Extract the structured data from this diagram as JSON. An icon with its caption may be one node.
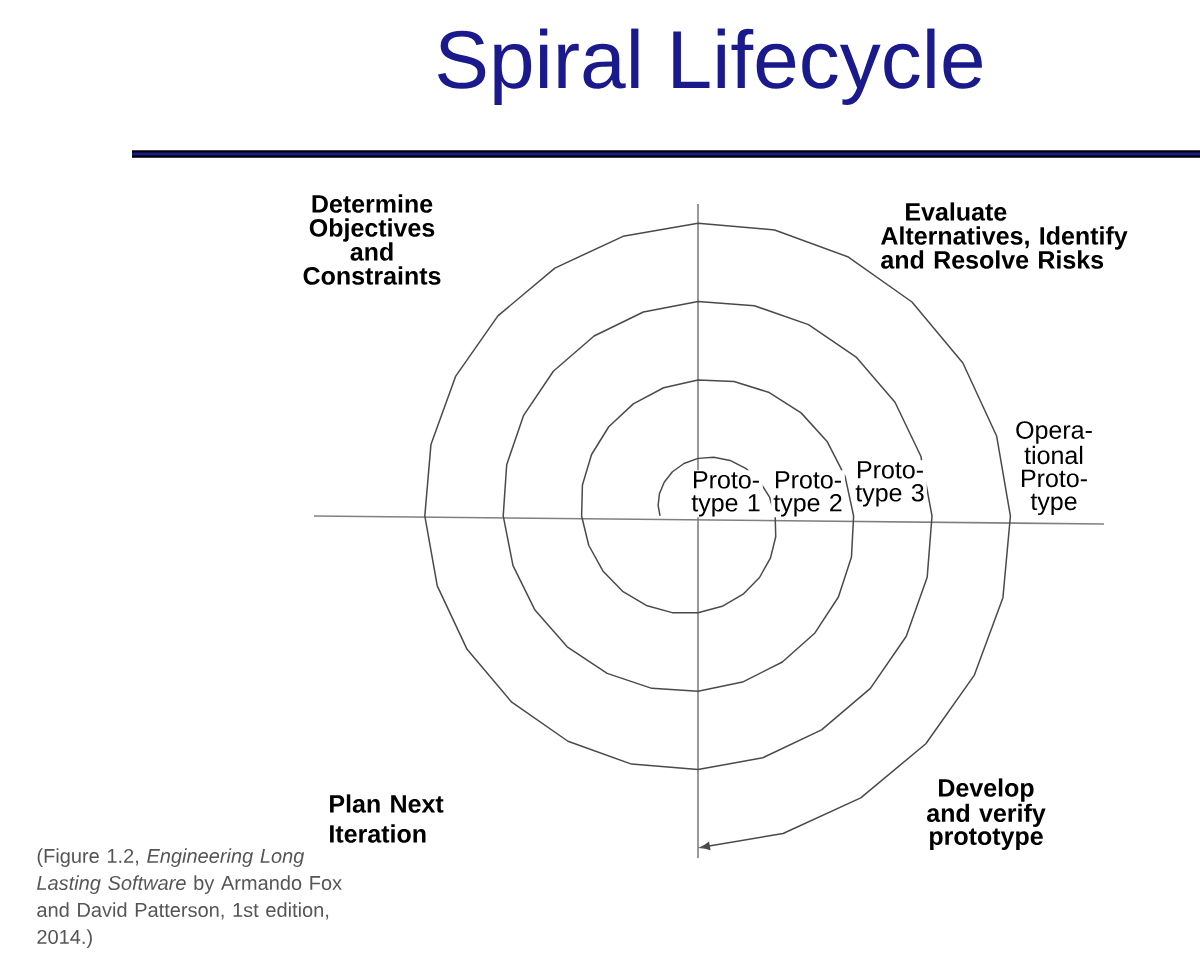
{
  "diagram": {
    "title": "Spiral Lifecycle",
    "caption": "(Figure 1.2, *Engineering Long Lasting Software* by Armando Fox and David Patterson, 1st edition, 2014.)",
    "labels": [
      "Determine Objectives and Constraints",
      "Evaluate Alternatives, Identify and Resolve Risks",
      "Proto- type 1",
      "Proto- type 2",
      "Proto- type 3",
      "Opera- tional Proto- type",
      "Plan Next Iteration",
      "Develop and verify prototype"
    ]
  }
}
